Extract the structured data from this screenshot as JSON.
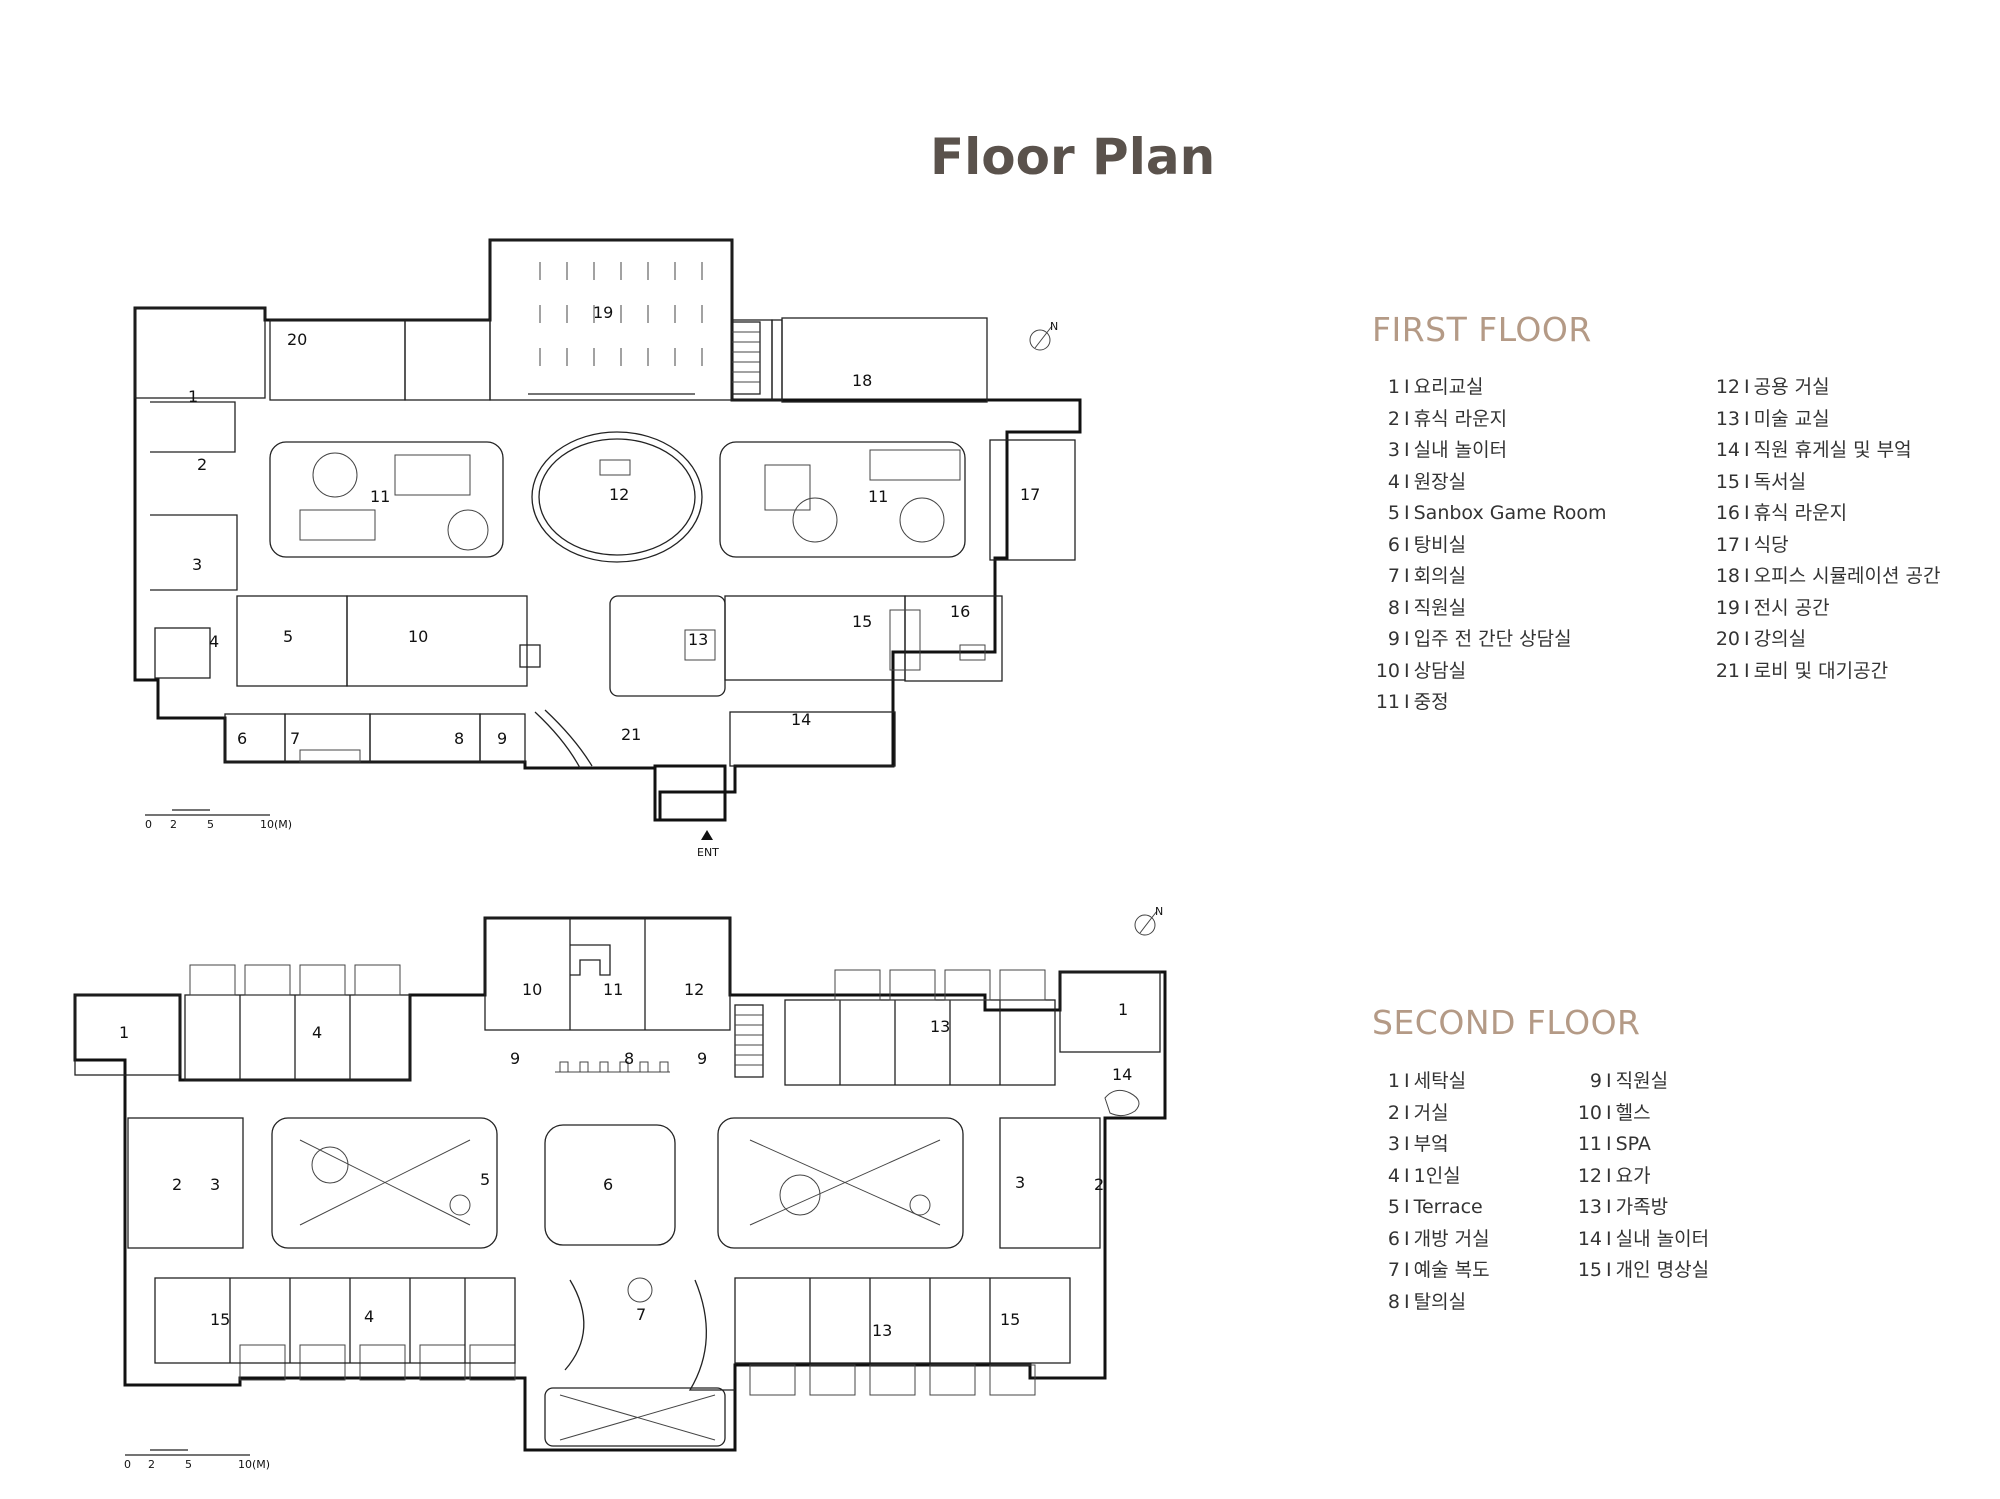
{
  "title": "Floor Plan",
  "first_floor": {
    "heading": "FIRST FLOOR",
    "col1": [
      {
        "num": "1",
        "name": "요리교실"
      },
      {
        "num": "2",
        "name": "휴식 라운지"
      },
      {
        "num": "3",
        "name": "실내 놀이터"
      },
      {
        "num": "4",
        "name": "원장실"
      },
      {
        "num": "5",
        "name": "Sanbox Game Room"
      },
      {
        "num": "6",
        "name": "탕비실"
      },
      {
        "num": "7",
        "name": "회의실"
      },
      {
        "num": "8",
        "name": "직원실"
      },
      {
        "num": "9",
        "name": "입주 전 간단 상담실"
      },
      {
        "num": "10",
        "name": "상담실"
      },
      {
        "num": "11",
        "name": "중정"
      }
    ],
    "col2": [
      {
        "num": "12",
        "name": "공용 거실"
      },
      {
        "num": "13",
        "name": "미술 교실"
      },
      {
        "num": "14",
        "name": "직원 휴게실 및 부엌"
      },
      {
        "num": "15",
        "name": "독서실"
      },
      {
        "num": "16",
        "name": "휴식 라운지"
      },
      {
        "num": "17",
        "name": "식당"
      },
      {
        "num": "18",
        "name": "오피스 시뮬레이션 공간"
      },
      {
        "num": "19",
        "name": "전시 공간"
      },
      {
        "num": "20",
        "name": "강의실"
      },
      {
        "num": "21",
        "name": "로비 및 대기공간"
      }
    ]
  },
  "second_floor": {
    "heading": "SECOND FLOOR",
    "col1": [
      {
        "num": "1",
        "name": "세탁실"
      },
      {
        "num": "2",
        "name": "거실"
      },
      {
        "num": "3",
        "name": "부엌"
      },
      {
        "num": "4",
        "name": "1인실"
      },
      {
        "num": "5",
        "name": "Terrace"
      },
      {
        "num": "6",
        "name": "개방 거실"
      },
      {
        "num": "7",
        "name": "예술 복도"
      },
      {
        "num": "8",
        "name": "탈의실"
      }
    ],
    "col2": [
      {
        "num": "9",
        "name": "직원실"
      },
      {
        "num": "10",
        "name": "헬스"
      },
      {
        "num": "11",
        "name": "SPA"
      },
      {
        "num": "12",
        "name": "요가"
      },
      {
        "num": "13",
        "name": "가족방"
      },
      {
        "num": "14",
        "name": "실내 놀이터"
      },
      {
        "num": "15",
        "name": "개인 명상실"
      }
    ]
  },
  "legend_separator": "I",
  "plan_labels": {
    "entrance": "ENT",
    "scale": [
      "0",
      "2",
      "5",
      "10(M)"
    ],
    "north": "N",
    "f1_rooms": [
      "1",
      "2",
      "3",
      "4",
      "5",
      "6",
      "7",
      "8",
      "9",
      "10",
      "11",
      "11",
      "12",
      "13",
      "14",
      "15",
      "16",
      "17",
      "18",
      "19",
      "20",
      "21"
    ],
    "f2_rooms": [
      "1",
      "1",
      "2",
      "2",
      "3",
      "3",
      "4",
      "4",
      "5",
      "6",
      "7",
      "8",
      "9",
      "9",
      "10",
      "11",
      "12",
      "13",
      "13",
      "14",
      "15",
      "15"
    ]
  }
}
